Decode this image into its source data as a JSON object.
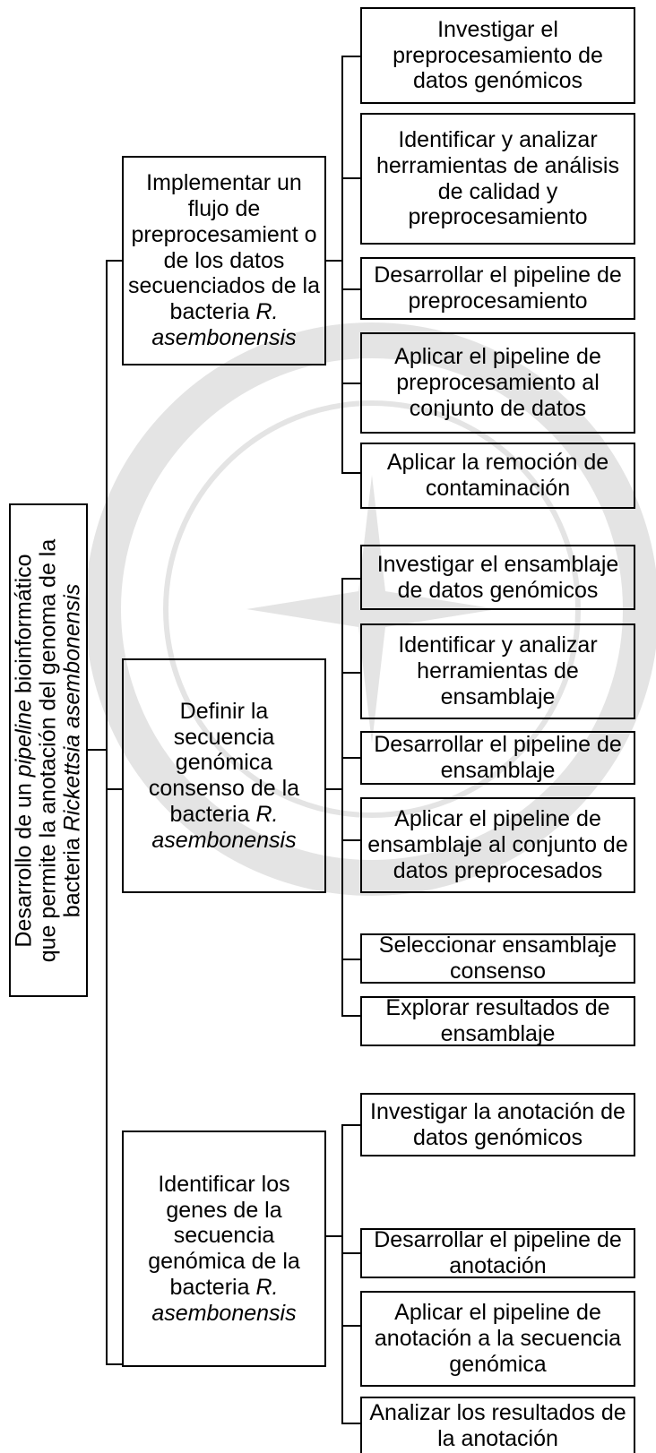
{
  "root": {
    "line1_pre": "Desarrollo de un ",
    "line1_ital": "pipeline",
    "line1_post": " bioinformático",
    "line2": "que permite la anotación del genoma de la",
    "line3_pre": "bacteria ",
    "line3_ital": "Rickettsia asembonensis"
  },
  "objectives": [
    {
      "text": "Implementar un flujo de preprocesamient o de los datos secuenciados de la bacteria",
      "ital1": "R.",
      "ital2": "asembonensis",
      "tasks": [
        "Investigar el preprocesamiento de datos genómicos",
        "Identificar y analizar herramientas de análisis de calidad y preprocesamiento",
        "Desarrollar el pipeline de preprocesamiento",
        "Aplicar el pipeline de preprocesamiento al conjunto de datos",
        "Aplicar la remoción de contaminación"
      ]
    },
    {
      "text": "Definir la secuencia genómica consenso de la bacteria",
      "ital1": "R.",
      "ital2": "asembonensis",
      "tasks": [
        "Investigar el ensamblaje de datos genómicos",
        "Identificar y analizar herramientas de ensamblaje",
        "Desarrollar el pipeline de ensamblaje",
        "Aplicar el pipeline de ensamblaje al conjunto de datos preprocesados",
        "Seleccionar ensamblaje consenso",
        "Explorar resultados de ensamblaje"
      ]
    },
    {
      "text": "Identificar los genes de la secuencia genómica de la bacteria",
      "ital1": "R.",
      "ital2": "asembonensis",
      "tasks": [
        "Investigar la anotación de datos genómicos",
        "Desarrollar el pipeline de anotación",
        "Aplicar el pipeline de anotación a la secuencia genómica",
        "Analizar los resultados de la anotación"
      ]
    }
  ]
}
